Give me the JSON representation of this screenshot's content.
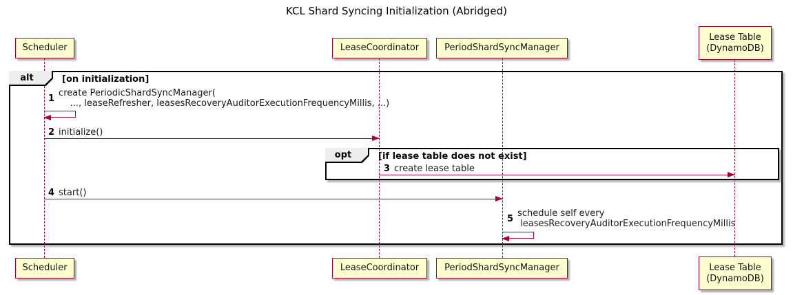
{
  "title": "KCL Shard Syncing Initialization (Abridged)",
  "colors": {
    "participant_fill": "#FEFECE",
    "accent": "#A80036",
    "frame_border": "#000000",
    "frame_label_fill": "#EEEEEE"
  },
  "participants": [
    {
      "id": "scheduler",
      "label": "Scheduler"
    },
    {
      "id": "lease-coordinator",
      "label": "LeaseCoordinator"
    },
    {
      "id": "period-shard-sync-manager",
      "label": "PeriodShardSyncManager"
    },
    {
      "id": "lease-table",
      "label": "Lease Table\n(DynamoDB)"
    }
  ],
  "frames": [
    {
      "operator": "alt",
      "condition": "[on initialization]"
    },
    {
      "operator": "opt",
      "condition": "[if lease table does not exist]"
    }
  ],
  "messages": [
    {
      "number": "1",
      "from": "scheduler",
      "to": "scheduler",
      "kind": "self",
      "text": "create PeriodicShardSyncManager(\n    ..., leaseRefresher, leasesRecoveryAuditorExecutionFrequencyMillis, ...)"
    },
    {
      "number": "2",
      "from": "scheduler",
      "to": "lease-coordinator",
      "kind": "solid-arrow",
      "text": "initialize()"
    },
    {
      "number": "3",
      "from": "lease-coordinator",
      "to": "lease-table",
      "kind": "solid-arrow",
      "text": "create lease table"
    },
    {
      "number": "4",
      "from": "scheduler",
      "to": "period-shard-sync-manager",
      "kind": "solid-arrow",
      "text": "start()"
    },
    {
      "number": "5",
      "from": "period-shard-sync-manager",
      "to": "period-shard-sync-manager",
      "kind": "self",
      "text": "schedule self every\n leasesRecoveryAuditorExecutionFrequencyMillis"
    }
  ]
}
